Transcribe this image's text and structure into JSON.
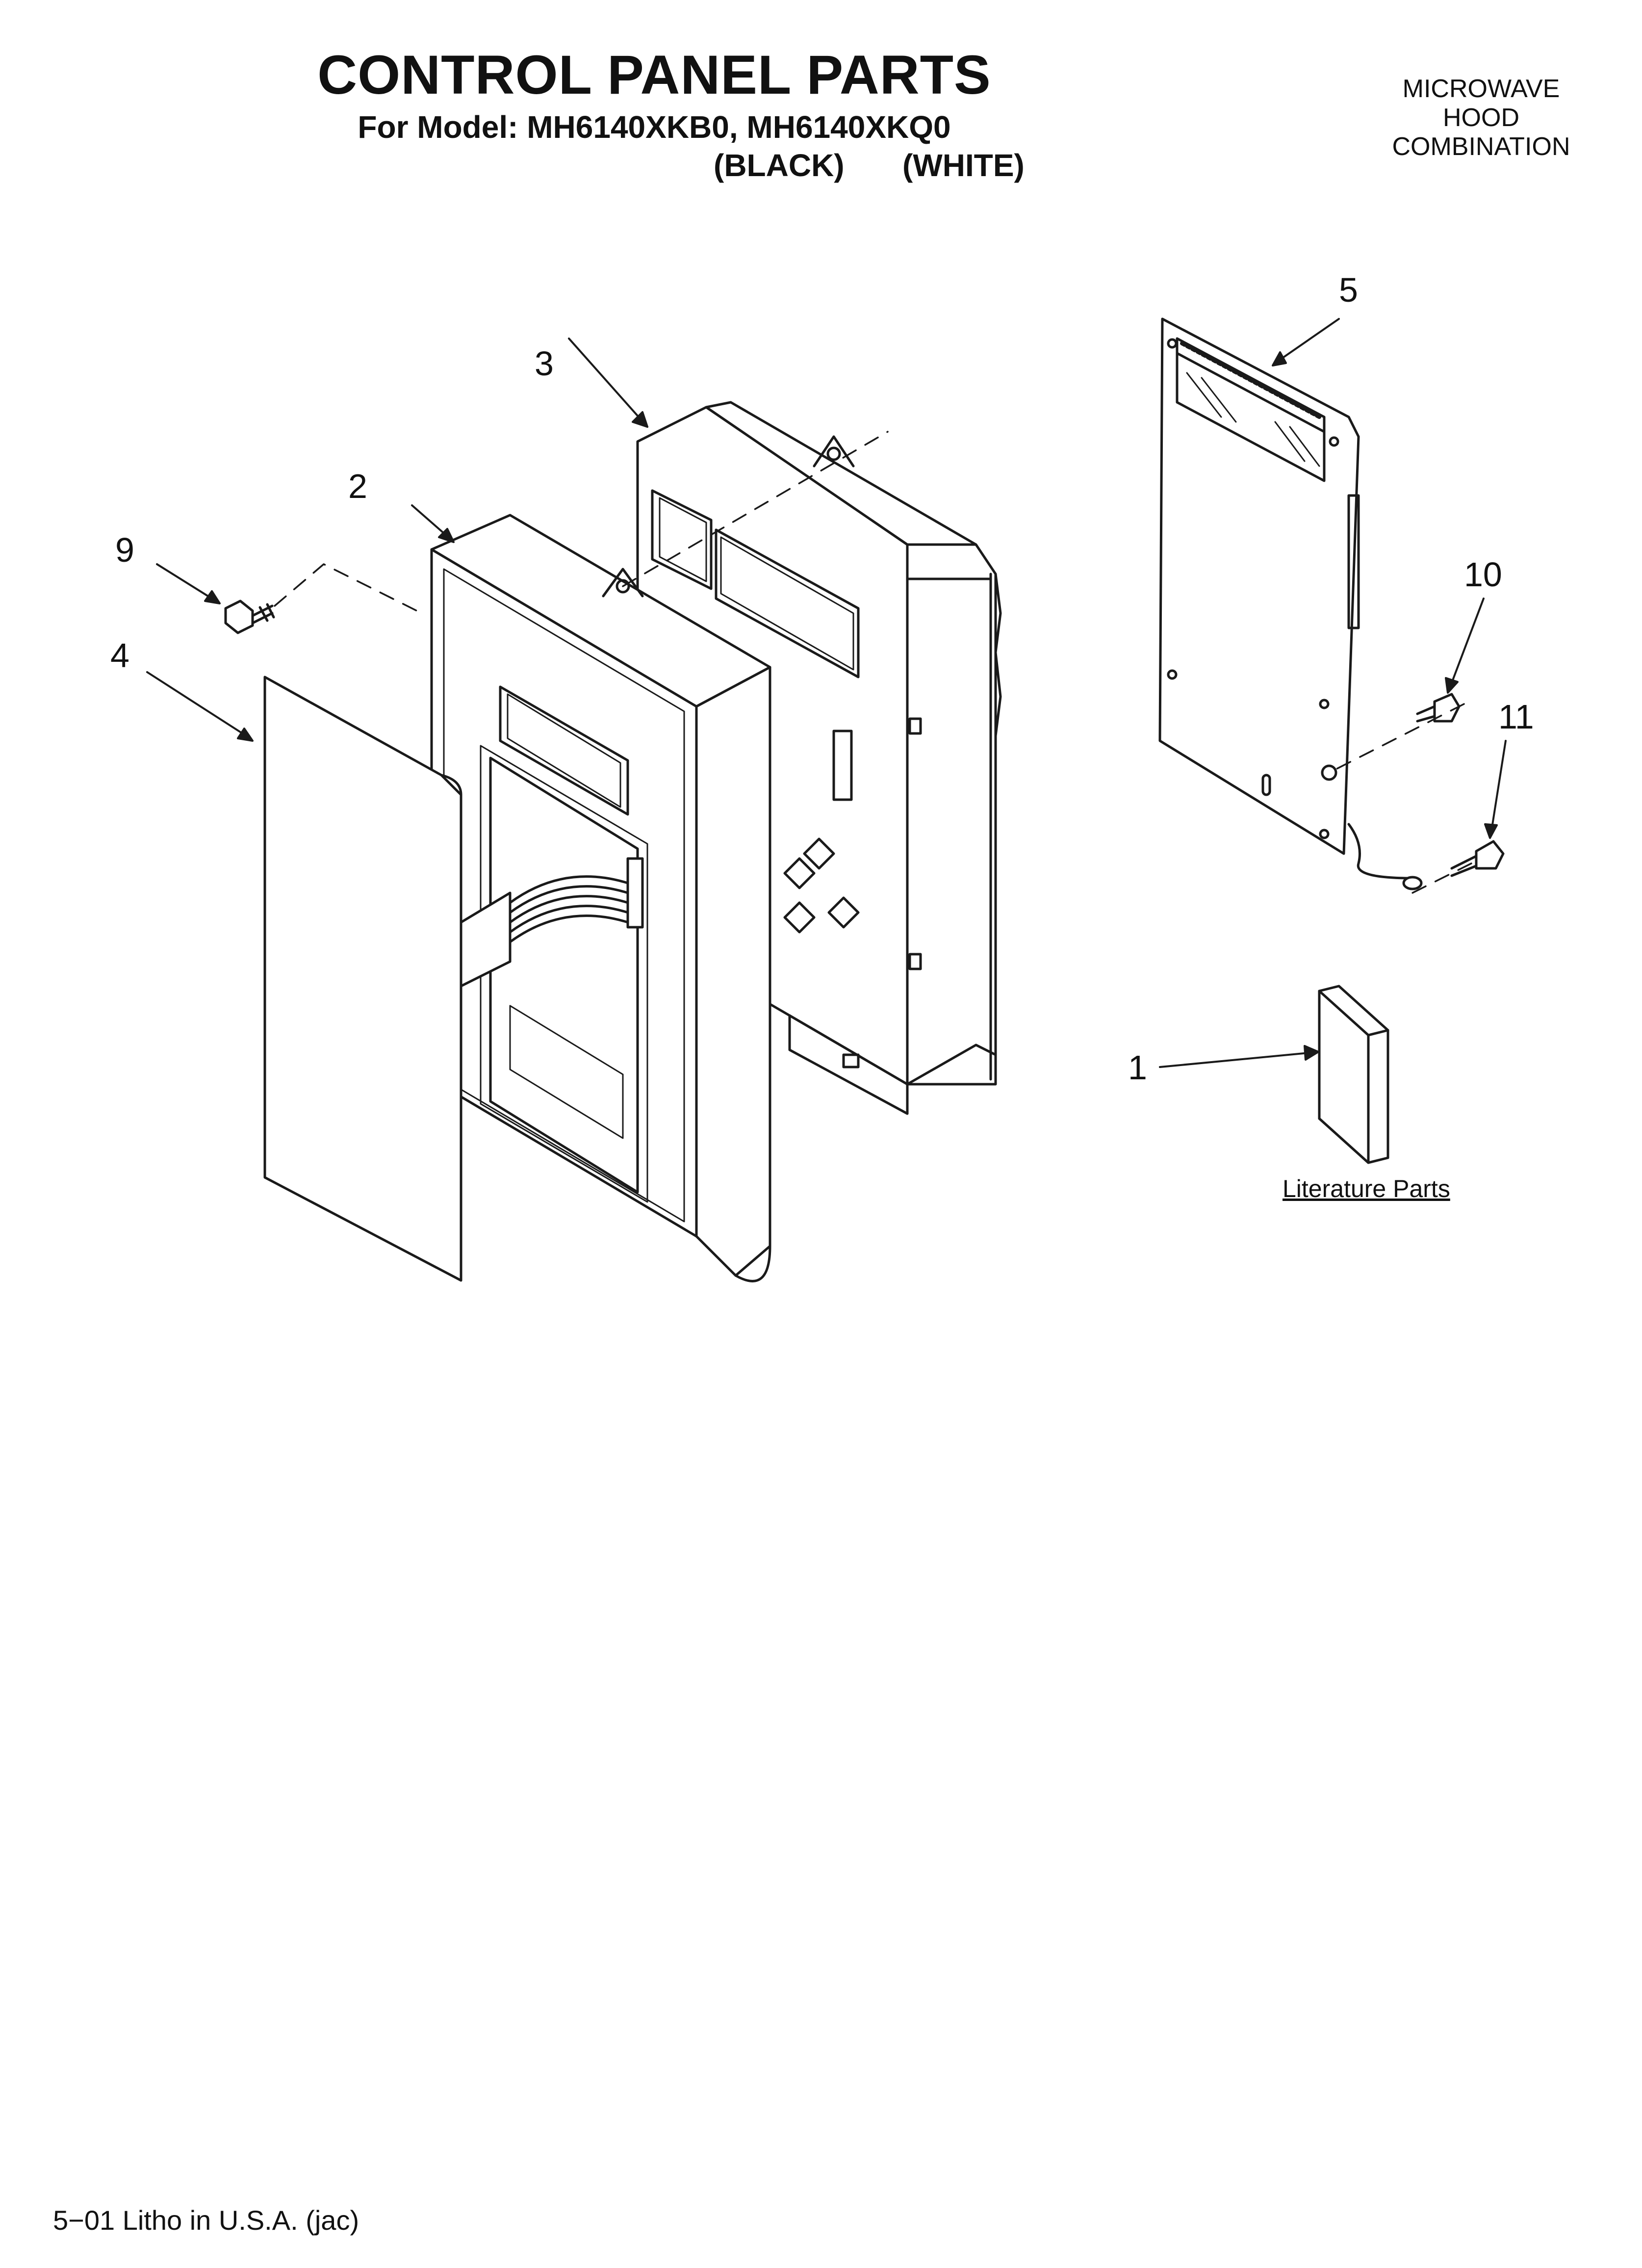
{
  "header": {
    "title": "CONTROL PANEL PARTS",
    "models_line": "For Model: MH6140XKB0, MH6140XKQ0",
    "color_black": "(BLACK)",
    "color_white": "(WHITE)",
    "product_type": [
      "MICROWAVE",
      "HOOD",
      "COMBINATION"
    ]
  },
  "callouts": {
    "c1": "1",
    "c2": "2",
    "c3": "3",
    "c4": "4",
    "c5": "5",
    "c9": "9",
    "c10": "10",
    "c11": "11"
  },
  "literature_label": "Literature Parts",
  "footer": "5−01 Litho in U.S.A. (jac)"
}
